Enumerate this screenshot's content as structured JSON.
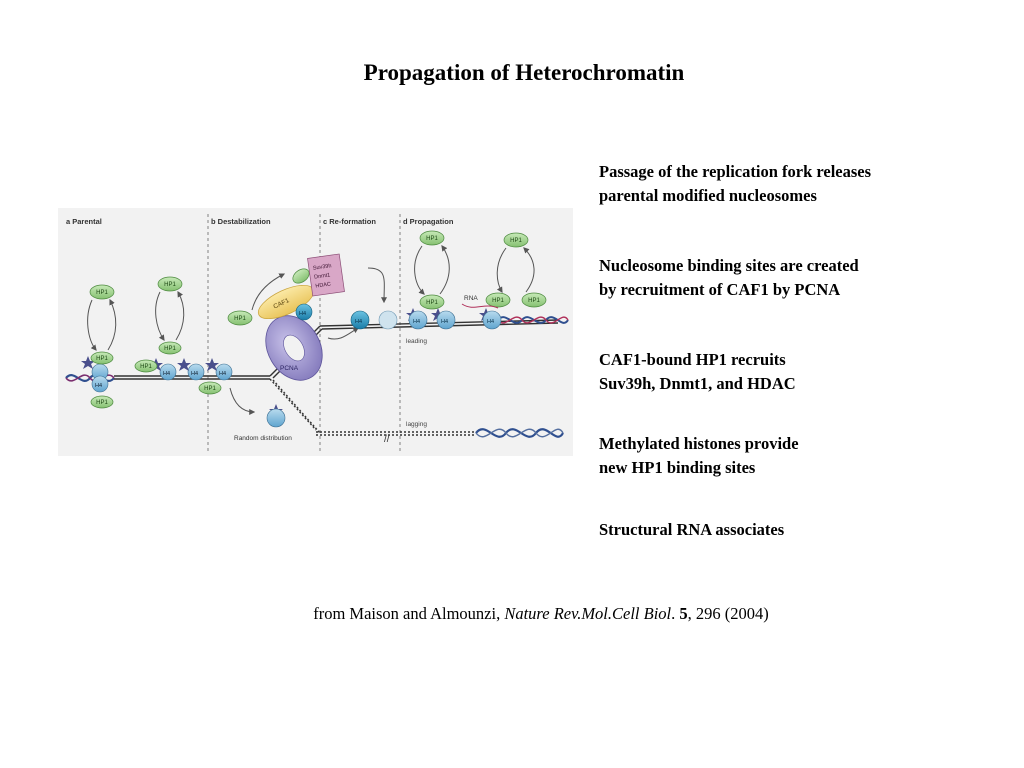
{
  "title": "Propagation of Heterochromatin",
  "notes": [
    {
      "lines": [
        "Passage of the replication fork releases",
        "parental modified nucleosomes"
      ]
    },
    {
      "lines": [
        "Nucleosome binding sites are created",
        "by recruitment of CAF1 by PCNA"
      ]
    },
    {
      "lines": [
        "CAF1-bound HP1 recruits",
        "Suv39h, Dnmt1, and HDAC"
      ]
    },
    {
      "lines": [
        "Methylated histones provide",
        "new HP1 binding sites"
      ]
    },
    {
      "lines": [
        "Structural RNA associates"
      ]
    }
  ],
  "citation": {
    "prefix": "from Maison and Almounzi, ",
    "journal": "Nature Rev.Mol.Cell Biol",
    "sep": ". ",
    "volume": "5",
    "rest": ", 296 (2004)"
  },
  "figure": {
    "panels": [
      "a Parental",
      "b Destabilization",
      "c Re-formation",
      "d Propagation"
    ],
    "hp1": "HP1",
    "h3": "H3",
    "h4": "H4",
    "caf1": "CAF1",
    "pcna": "PCNA",
    "complex": [
      "Suv39h",
      "Dnmt1",
      "HDAC"
    ],
    "leading": "leading",
    "lagging": "lagging",
    "random": "Random distribution",
    "rna": "RNA",
    "colors": {
      "hp1_fill": "#9fd08e",
      "hp1_stroke": "#4d8a3f",
      "nucleosome": "#7fb7d8",
      "nucleosome_new": "#2a8fb8",
      "caf1": "#f3d77a",
      "pcna": "#8f86c4",
      "complex": "#d9a7c7",
      "star": "#4a4f8c",
      "dna_blue": "#2f4f8f"
    }
  }
}
